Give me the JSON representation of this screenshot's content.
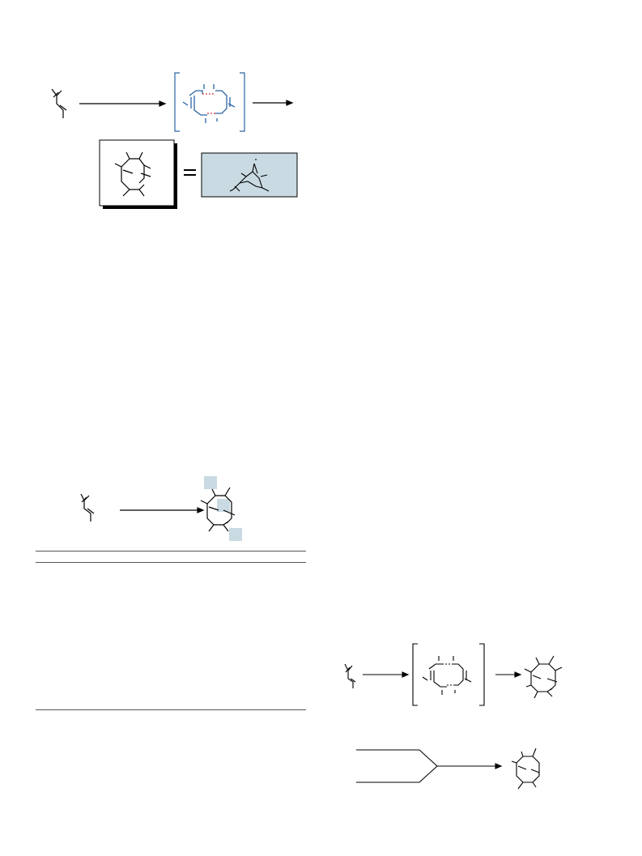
{
  "page": {
    "title": "",
    "background": "#ffffff",
    "accent_bond_color": "#2a63a3",
    "highlight_color": "#c9dae2",
    "dashed_bond_color": "#d33a3a"
  },
  "schemes": [
    {
      "id": "scheme-1",
      "description_visible": false
    },
    {
      "id": "scheme-2",
      "description_visible": false
    },
    {
      "id": "scheme-3",
      "description_visible": false
    },
    {
      "id": "scheme-4",
      "description_visible": false
    }
  ],
  "table": {
    "headers": [],
    "rows": []
  }
}
